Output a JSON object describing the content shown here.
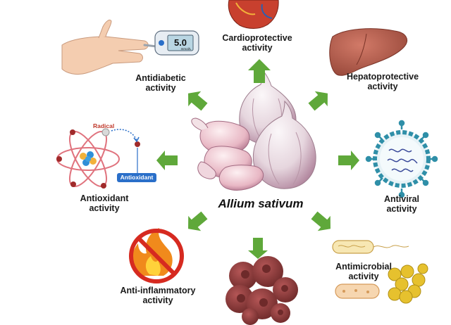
{
  "center": {
    "title": "Allium sativum"
  },
  "activities": {
    "cardio": {
      "line1": "Cardioprotective",
      "line2": "activity"
    },
    "hepato": {
      "line1": "Hepatoprotective",
      "line2": "activity"
    },
    "antidiabetic": {
      "line1": "Antidiabetic",
      "line2": "activity"
    },
    "antioxidant": {
      "line1": "Antioxidant",
      "line2": "activity"
    },
    "antiviral": {
      "line1": "Antiviral",
      "line2": "activity"
    },
    "antiinflammatory": {
      "line1": "Anti-inflammatory",
      "line2": "activity"
    },
    "antimicrobial": {
      "line1": "Antimicrobial",
      "line2": "activity"
    }
  },
  "glucometer": {
    "reading": "5.0",
    "unit": "mmol/L"
  },
  "antioxidant_diagram": {
    "radical_label": "Radical",
    "antioxidant_label": "Antioxidant"
  },
  "colors": {
    "arrow": "#5fa83a",
    "arrow_dark": "#4a8c2c",
    "garlic": "#e9dfe6",
    "garlic_purple": "#a26a8a",
    "liver": "#b85a4a",
    "heart": "#c8402e",
    "virus": "#2f8fa8",
    "cancer": "#8e3a3a",
    "fire": "#f08a1c",
    "no_sign": "#d62a20"
  }
}
